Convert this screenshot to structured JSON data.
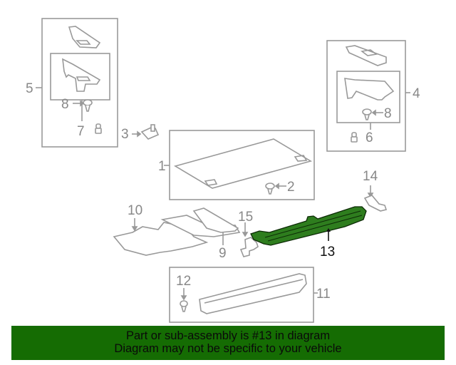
{
  "diagram": {
    "highlighted_part": "13",
    "colors": {
      "outline": "#999999",
      "highlight": "#2e7d1e",
      "highlight_stroke": "#0c2a06",
      "banner": "#156c03"
    },
    "callouts": {
      "c1": "1",
      "c2": "2",
      "c3": "3",
      "c4": "4",
      "c5": "5",
      "c6": "6",
      "c7": "7",
      "c8a": "8",
      "c8b": "8",
      "c9": "9",
      "c10": "10",
      "c11": "11",
      "c12": "12",
      "c13": "13",
      "c14": "14",
      "c15": "15"
    }
  },
  "banner": {
    "line1": "Part or sub-assembly is #13 in diagram",
    "line2": "Diagram may not be specific to your vehicle"
  }
}
